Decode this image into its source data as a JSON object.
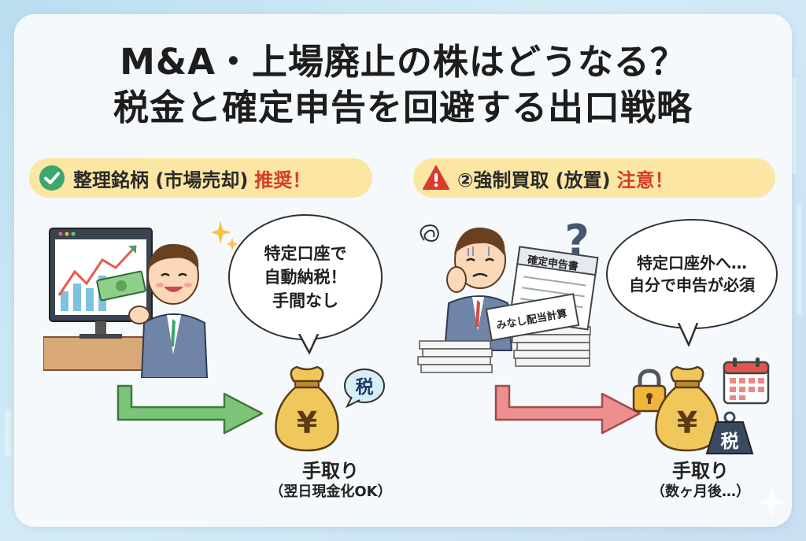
{
  "title": {
    "line1": "M&A・上場廃止の株はどうなる？",
    "line2": "税金と確定申告を回避する出口戦略"
  },
  "left": {
    "header_label": "整理銘柄 (市場売却)",
    "header_badge": "推奨！",
    "bubble_lines": [
      "特定口座で",
      "自動納税！",
      "手間なし"
    ],
    "bag_tag": "税",
    "bag_symbol": "¥",
    "result_main": "手取り",
    "result_sub": "（翌日現金化OK）"
  },
  "right": {
    "header_label": "②強制買取 (放置)",
    "header_badge": "注意！",
    "bubble_lines": [
      "特定口座外へ…",
      "自分で申告が必須"
    ],
    "doc1": "確定申告書",
    "doc2": "みなし配当計算",
    "question_mark": "?",
    "bag_tag": "税",
    "bag_symbol": "¥",
    "result_main": "手取り",
    "result_sub": "（数ヶ月後…）"
  },
  "colors": {
    "pill": "#fbe6a3",
    "ok_green": "#3aa76d",
    "warn_red": "#d83a2e",
    "arrow_green": "#7cc47a",
    "arrow_red": "#ee8f8f",
    "bag_gold": "#f0c75a"
  },
  "icons": [
    "check-circle-icon",
    "warning-triangle-icon",
    "sparkle-icon",
    "money-bag-icon",
    "padlock-icon",
    "calendar-icon",
    "weight-icon",
    "speech-bubble-icon"
  ]
}
